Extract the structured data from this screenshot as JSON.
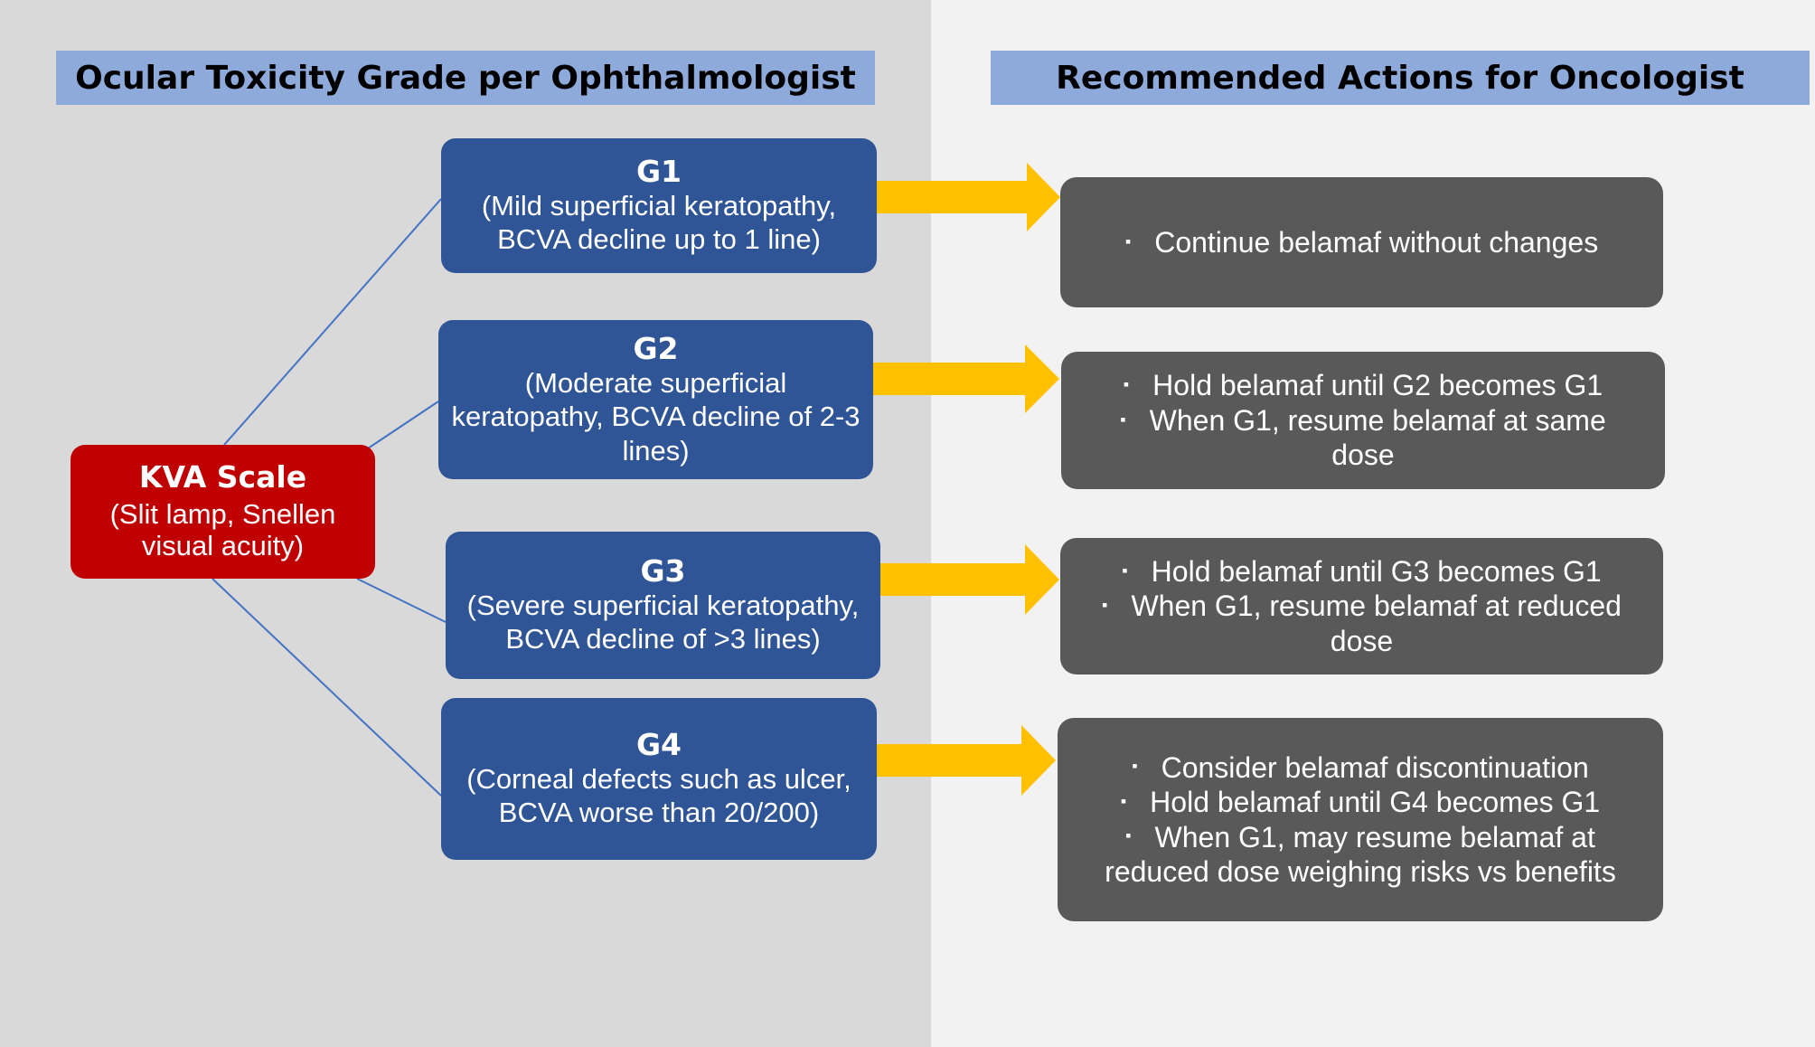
{
  "headers": {
    "left": "Ocular Toxicity Grade per Ophthalmologist",
    "right": "Recommended Actions for Oncologist"
  },
  "kva": {
    "title": "KVA Scale",
    "subtitle_line1": "(Slit lamp, Snellen",
    "subtitle_line2": "visual acuity)"
  },
  "grades": [
    {
      "label": "G1",
      "line1": "(Mild superficial keratopathy,",
      "line2": "BCVA decline up to 1 line)",
      "line3": ""
    },
    {
      "label": "G2",
      "line1": "(Moderate superficial",
      "line2": "keratopathy, BCVA decline of 2-3",
      "line3": "lines)"
    },
    {
      "label": "G3",
      "line1": "(Severe superficial keratopathy,",
      "line2": "BCVA decline of >3 lines)",
      "line3": ""
    },
    {
      "label": "G4",
      "line1": "(Corneal defects such as ulcer,",
      "line2": "BCVA worse than 20/200)",
      "line3": ""
    }
  ],
  "actions": [
    {
      "items": [
        {
          "bullet": "▪",
          "text": "Continue belamaf without changes",
          "cont": ""
        }
      ]
    },
    {
      "items": [
        {
          "bullet": "▪",
          "text": "Hold belamaf until G2 becomes G1",
          "cont": ""
        },
        {
          "bullet": "▪",
          "text": "When G1, resume belamaf at same",
          "cont": "dose"
        }
      ]
    },
    {
      "items": [
        {
          "bullet": "▪",
          "text": "Hold belamaf until G3 becomes G1",
          "cont": ""
        },
        {
          "bullet": "▪",
          "text": "When G1, resume belamaf at reduced",
          "cont": "dose"
        }
      ]
    },
    {
      "items": [
        {
          "bullet": "▪",
          "text": "Consider belamaf discontinuation",
          "cont": ""
        },
        {
          "bullet": "▪",
          "text": "Hold belamaf until G4 becomes G1",
          "cont": ""
        },
        {
          "bullet": "▪",
          "text": "When G1, may resume belamaf at",
          "cont": "reduced dose weighing risks vs benefits"
        }
      ]
    }
  ],
  "colors": {
    "header_bg": "#8eaadb",
    "kva_red": "#c00000",
    "grade_blue": "#2f5597",
    "action_gray": "#595959",
    "arrow_yellow": "#ffc000",
    "connector_blue": "#4472c4",
    "left_panel_bg": "#d9d9d9",
    "right_panel_bg": "#f2f2f2"
  }
}
